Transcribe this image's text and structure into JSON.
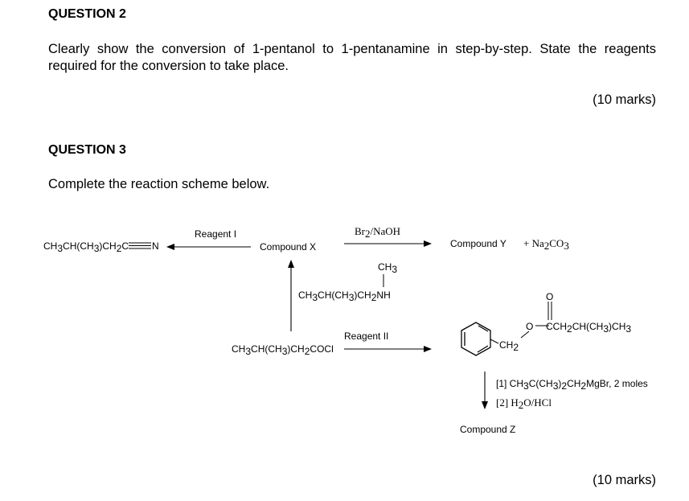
{
  "q2": {
    "heading": "QUESTION 2",
    "text": "Clearly show the conversion of 1-pentanol to 1-pentanamine in step-by-step. State the reagents required for the conversion to take place.",
    "marks": "(10 marks)"
  },
  "q3": {
    "heading": "QUESTION 3",
    "instruction": "Complete the reaction scheme below.",
    "marks": "(10 marks)",
    "scheme": {
      "nitrile": "CH3CH(CH3)CH2C≡N",
      "reagent_1": "Reagent I",
      "compound_x": "Compound X",
      "br2_naoh": "Br2/NaOH",
      "compound_y": "Compound Y",
      "na2co3": "+ Na2CO3",
      "amine": "CH3CH(CH3)CH2NH with CH3",
      "acyl_chloride": "CH3CH(CH3)CH2COCl",
      "reagent_2": "Reagent II",
      "ester": "benzyl ester: C6H5CH2-O-C(=O)CH2CH(CH3)CH3",
      "step_1": "[1] CH3C(CH3)2CH2MgBr, 2 moles",
      "step_2": "[2] H2O/HCl",
      "compound_z": "Compound Z"
    }
  }
}
